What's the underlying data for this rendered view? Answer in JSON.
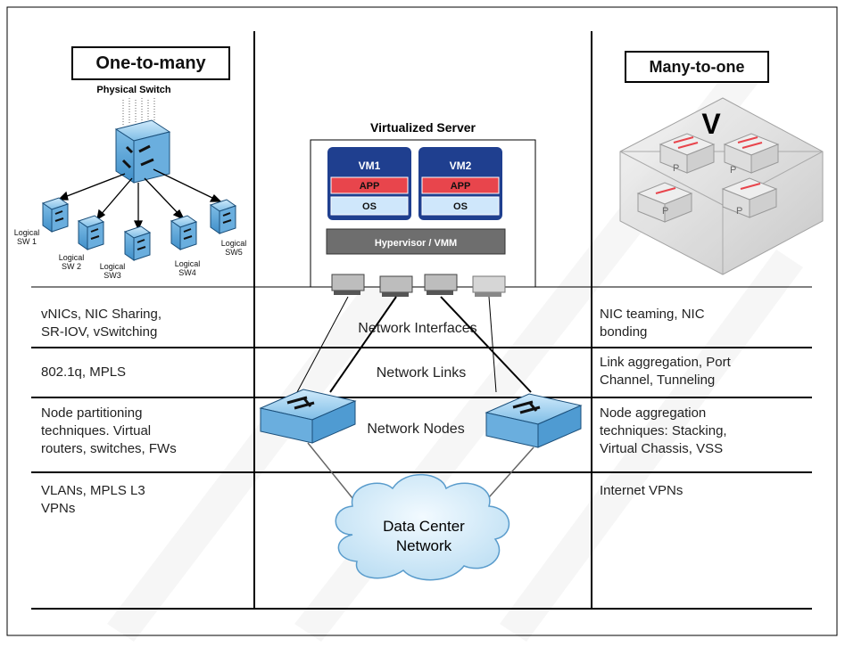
{
  "headers": {
    "left": "One-to-many",
    "right": "Many-to-one"
  },
  "physical_switch": {
    "title": "Physical Switch",
    "logical": [
      [
        "Logical",
        "SW 1"
      ],
      [
        "Logical",
        "SW 2"
      ],
      [
        "Logical",
        "SW3"
      ],
      [
        "Logical",
        "SW4"
      ],
      [
        "Logical",
        "SW5"
      ]
    ]
  },
  "server": {
    "title": "Virtualized Server",
    "vms": [
      {
        "name": "VM1",
        "app": "APP",
        "os": "OS"
      },
      {
        "name": "VM2",
        "app": "APP",
        "os": "OS"
      }
    ],
    "hypervisor": "Hypervisor / VMM"
  },
  "many_to_one_icon": {
    "v_label": "V",
    "p_label": "P"
  },
  "rows": [
    {
      "left": [
        "vNICs, NIC Sharing,",
        "SR-IOV, vSwitching"
      ],
      "middle": "Network Interfaces",
      "right": [
        "NIC teaming, NIC",
        "bonding"
      ]
    },
    {
      "left": [
        "802.1q, MPLS"
      ],
      "middle": "Network Links",
      "right": [
        "Link aggregation, Port",
        "Channel, Tunneling"
      ]
    },
    {
      "left": [
        "Node partitioning",
        "techniques. Virtual",
        "routers, switches, FWs"
      ],
      "middle": "Network Nodes",
      "right": [
        "Node aggregation",
        "techniques: Stacking,",
        "Virtual Chassis, VSS"
      ]
    },
    {
      "left": [
        "VLANs, MPLS L3",
        "VPNs"
      ],
      "middle": "",
      "right": [
        "Internet VPNs"
      ]
    }
  ],
  "cloud": [
    "Data Center",
    "Network"
  ],
  "colors": {
    "vm_blue": "#1f3f8f",
    "app_red": "#e8454c",
    "os_light": "#cfe7fb",
    "hypervisor_gray": "#6e6e6e",
    "switch_blue": "#8fc6ea",
    "cloud_blue": "#d6ecf8"
  }
}
